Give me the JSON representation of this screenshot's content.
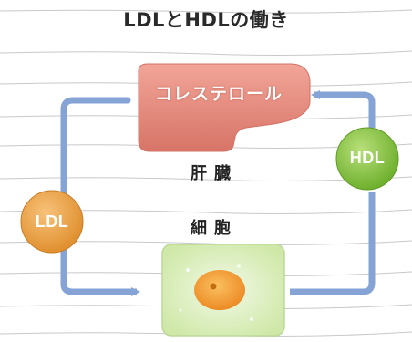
{
  "title": "LDLとHDLの働き",
  "labels": {
    "cholesterol": "コレステロール",
    "liver": "肝臓",
    "cell": "細胞",
    "hdl": "HDL",
    "ldl": "LDL"
  },
  "colors": {
    "arrow": "#86a3d6",
    "liver": "#e58b7f",
    "hdl_ball": "#7fbf3f",
    "ldl_ball": "#e8a04a",
    "cell_body": "#dff0c4",
    "nucleus": "#f09a3a"
  }
}
